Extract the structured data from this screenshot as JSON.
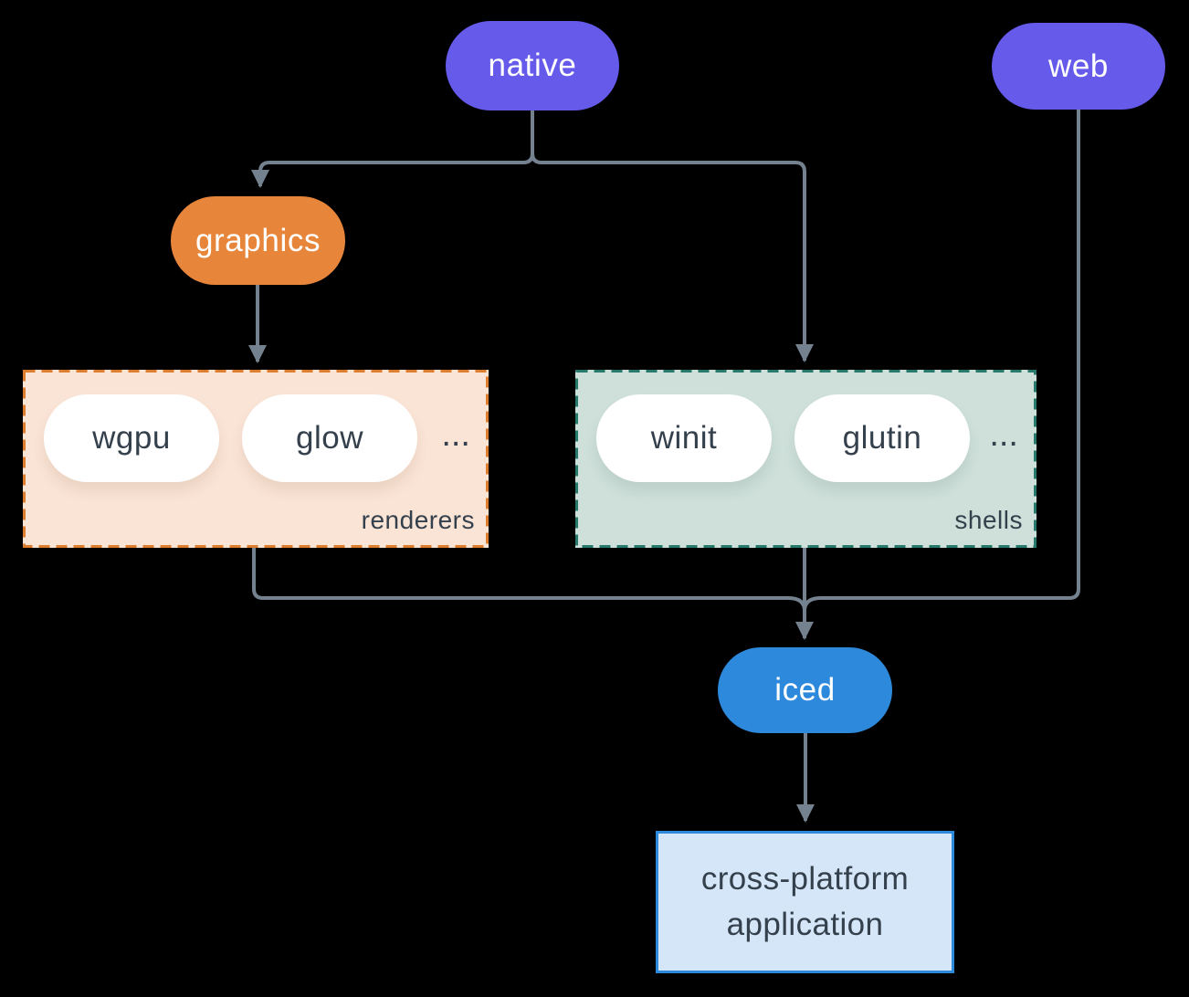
{
  "diagram": {
    "nodes": {
      "native": {
        "label": "native",
        "color": "#655AEA"
      },
      "web": {
        "label": "web",
        "color": "#655AEA"
      },
      "graphics": {
        "label": "graphics",
        "color": "#E7863B"
      },
      "iced": {
        "label": "iced",
        "color": "#2D89DB"
      },
      "application": {
        "label": "cross-platform application",
        "bg": "#D4E6F7",
        "border": "#2D89DB"
      }
    },
    "groups": {
      "renderers": {
        "label": "renderers",
        "items": [
          "wgpu",
          "glow"
        ],
        "more": "...",
        "bg": "#FAE4D6",
        "border": "#DD7E2E"
      },
      "shells": {
        "label": "shells",
        "items": [
          "winit",
          "glutin"
        ],
        "more": "...",
        "bg": "#CFE0DA",
        "border": "#26796B"
      }
    },
    "edges": [
      {
        "from": "native",
        "to": "graphics"
      },
      {
        "from": "native",
        "to": "shells-group"
      },
      {
        "from": "graphics",
        "to": "renderers-group"
      },
      {
        "from": "renderers-group",
        "to": "iced"
      },
      {
        "from": "shells-group",
        "to": "iced"
      },
      {
        "from": "web",
        "to": "iced"
      },
      {
        "from": "iced",
        "to": "application"
      }
    ],
    "colors": {
      "background": "#000000",
      "connector": "#74818F",
      "text_dark": "#35404D",
      "text_light": "#FFFFFF"
    }
  }
}
